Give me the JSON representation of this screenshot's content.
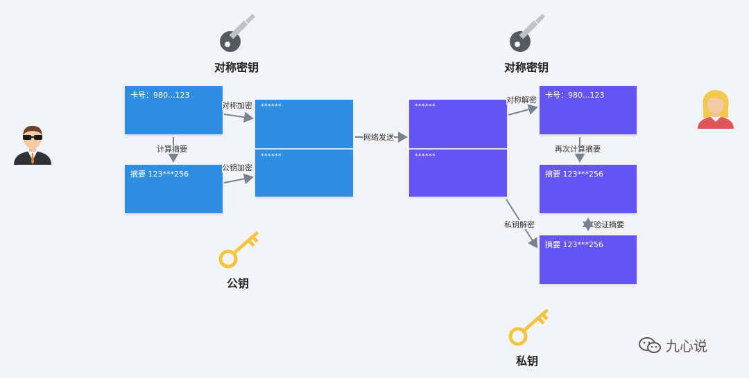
{
  "keys": {
    "sym_left": "对称密钥",
    "sym_right": "对称密钥",
    "public": "公钥",
    "private": "私钥"
  },
  "boxes": {
    "card_left": "卡号：980...123",
    "digest_left": "摘要 123***256",
    "enc1": "******",
    "enc2": "******",
    "recv1": "******",
    "recv2": "******",
    "card_right": "卡号：980...123",
    "digest_right1": "摘要 123***256",
    "digest_right2": "摘要 123***256"
  },
  "edges": {
    "sym_encrypt": "对称加密",
    "compute_digest": "计算摘要",
    "pubkey_encrypt": "公钥加密",
    "network_send": "网络发送",
    "sym_decrypt": "对称解密",
    "recompute_digest": "再次计算摘要",
    "privkey_decrypt": "私钥解密",
    "verify_digest": "验证摘要"
  },
  "watermark": "九心说",
  "colors": {
    "sender_box": "#2f8ee0",
    "receiver_box": "#6655f5",
    "arrow": "#7a8290",
    "gray_key": "#555a60",
    "gold_key": "#f5c542"
  }
}
